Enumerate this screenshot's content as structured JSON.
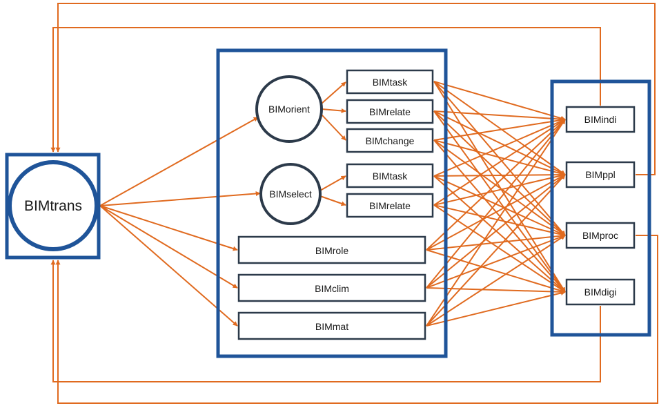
{
  "colors": {
    "blue": "#1f5499",
    "orange": "#e06a1f",
    "node_border": "#2c3a4a",
    "text": "#1a1a1a"
  },
  "nodes": {
    "trans": "BIMtrans",
    "orient": "BIMorient",
    "task1": "BIMtask",
    "relate1": "BIMrelate",
    "change": "BIMchange",
    "select": "BIMselect",
    "task2": "BIMtask",
    "relate2": "BIMrelate",
    "role": "BIMrole",
    "clim": "BIMclim",
    "mat": "BIMmat",
    "indi": "BIMindi",
    "ppl": "BIMppl",
    "proc": "BIMproc",
    "digi": "BIMdigi"
  }
}
